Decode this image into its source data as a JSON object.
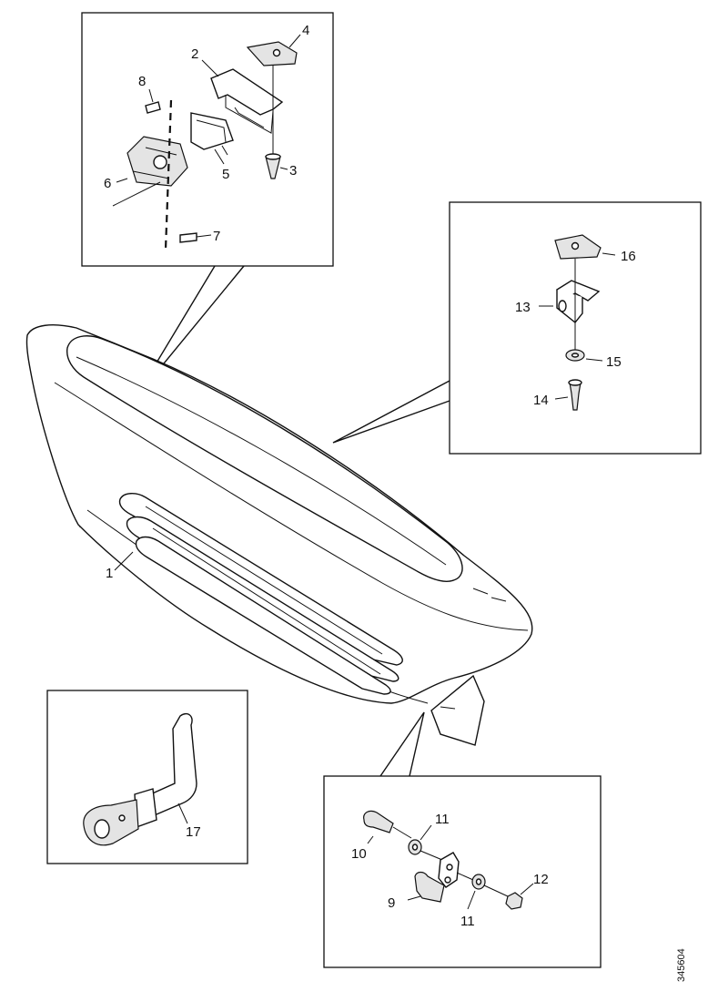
{
  "labels": {
    "part_1": "1",
    "part_2": "2",
    "part_3": "3",
    "part_4": "4",
    "part_5": "5",
    "part_6": "6",
    "part_7": "7",
    "part_8": "8",
    "part_9": "9",
    "part_10": "10",
    "part_11_upper": "11",
    "part_11_lower": "11",
    "part_12": "12",
    "part_13": "13",
    "part_14": "14",
    "part_15": "15",
    "part_16": "16",
    "part_17": "17"
  },
  "reference_code": "345604"
}
